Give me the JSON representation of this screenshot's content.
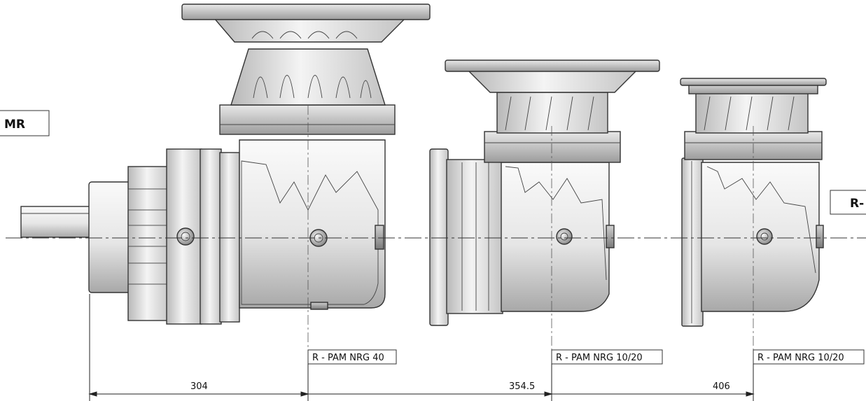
{
  "side_labels": {
    "left": "MR",
    "right": "R-"
  },
  "callouts": [
    "R - PAM NRG 40",
    "R - PAM NRG 10/20",
    "R - PAM NRG 10/20"
  ],
  "dimensions": [
    "304",
    "354.5",
    "406"
  ],
  "colors": {
    "ink": "#333333",
    "metal_light": "#f2f2f2",
    "metal_dark": "#9a9a9a",
    "background": "#ffffff"
  }
}
